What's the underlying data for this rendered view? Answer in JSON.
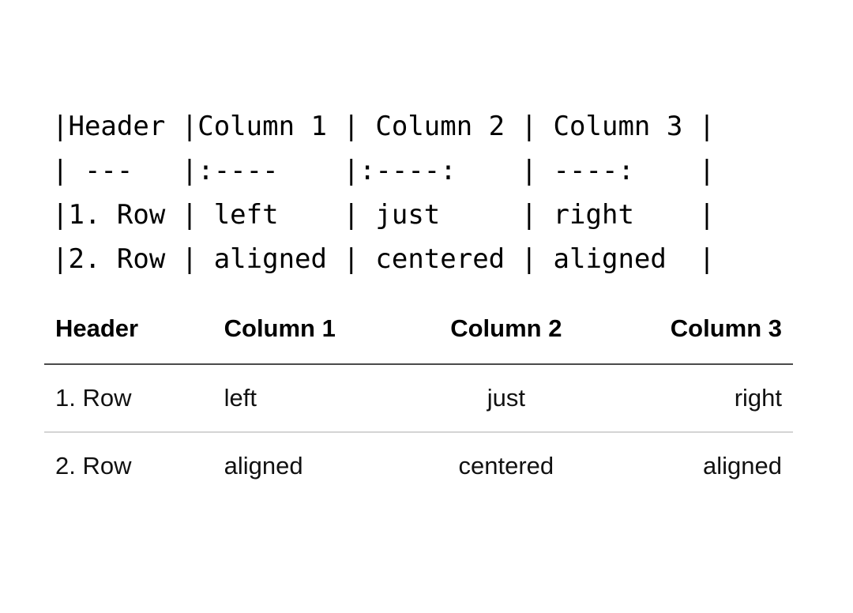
{
  "source_block": {
    "language": "markdown",
    "lines": [
      "|Header |Column 1 | Column 2 | Column 3 |",
      "| ---   |:----    |:----:    | ----:    |",
      "|1. Row | left    | just     | right    |",
      "|2. Row | aligned | centered | aligned  |"
    ],
    "line_1": "|Header |Column 1 | Column 2 | Column 3 |",
    "line_2": "| ---   |:----    |:----:    | ----:    |",
    "line_3": "|1. Row | left    | just     | right    |",
    "line_4": "|2. Row | aligned | centered | aligned  |"
  },
  "rendered_table": {
    "headers": [
      {
        "label": "Header",
        "align": "left"
      },
      {
        "label": "Column 1",
        "align": "left"
      },
      {
        "label": "Column 2",
        "align": "center"
      },
      {
        "label": "Column 3",
        "align": "right"
      }
    ],
    "header_0": "Header",
    "header_1": "Column 1",
    "header_2": "Column 2",
    "header_3": "Column 3",
    "rows": [
      {
        "cells": [
          "1. Row",
          "left",
          "just",
          "right"
        ],
        "c0": "1. Row",
        "c1": "left",
        "c2": "just",
        "c3": "right"
      },
      {
        "cells": [
          "2. Row",
          "aligned",
          "centered",
          "aligned"
        ],
        "c0": "2. Row",
        "c1": "aligned",
        "c2": "centered",
        "c3": "aligned"
      }
    ],
    "row_0": {
      "c0": "1. Row",
      "c1": "left",
      "c2": "just",
      "c3": "right"
    },
    "row_1": {
      "c0": "2. Row",
      "c1": "aligned",
      "c2": "centered",
      "c3": "aligned"
    }
  },
  "colors": {
    "background": "#ffffff",
    "text": "#000000",
    "body_text": "#111111",
    "header_rule": "#4a4a4a",
    "row_rule": "#d4d4d4"
  }
}
